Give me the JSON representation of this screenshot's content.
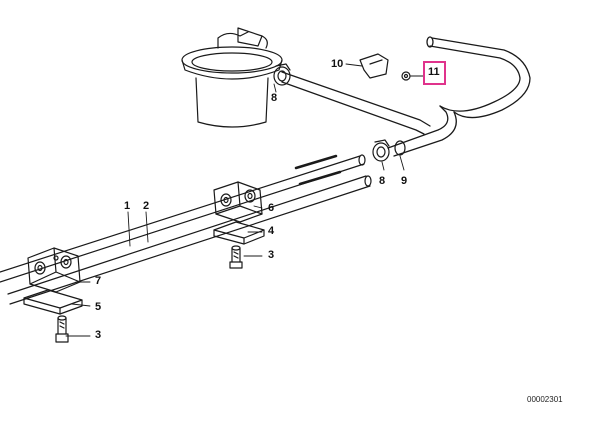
{
  "diagram": {
    "callouts": [
      {
        "id": "1",
        "label": "1"
      },
      {
        "id": "2",
        "label": "2"
      },
      {
        "id": "3a",
        "label": "3"
      },
      {
        "id": "3b",
        "label": "3"
      },
      {
        "id": "4",
        "label": "4"
      },
      {
        "id": "5",
        "label": "5"
      },
      {
        "id": "6",
        "label": "6"
      },
      {
        "id": "7",
        "label": "7"
      },
      {
        "id": "8a",
        "label": "8"
      },
      {
        "id": "8b",
        "label": "8"
      },
      {
        "id": "9",
        "label": "9"
      },
      {
        "id": "10",
        "label": "10"
      },
      {
        "id": "11",
        "label": "11"
      }
    ],
    "highlighted_callout": "11",
    "highlight_color": "#e0338c",
    "document_number": "00002301"
  }
}
